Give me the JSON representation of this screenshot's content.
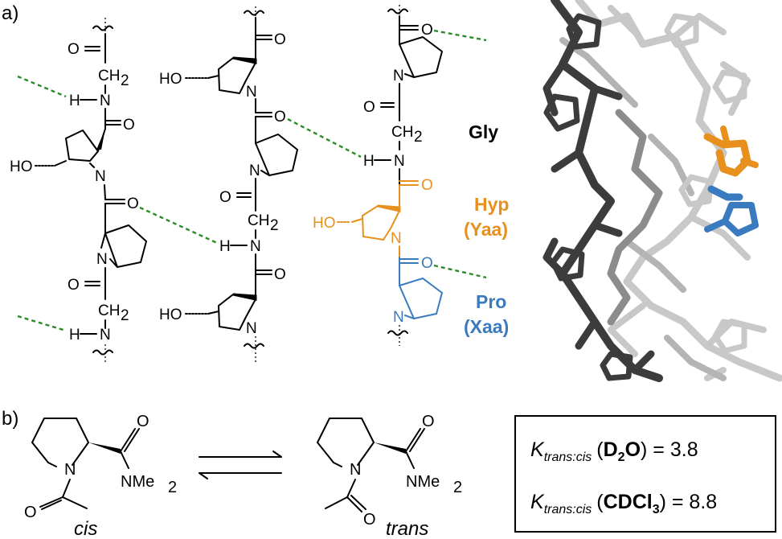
{
  "panel_labels": {
    "a": "a)",
    "b": "b)"
  },
  "atoms": {
    "O": "O",
    "N": "N",
    "H": "H",
    "HO": "HO",
    "CH": "CH",
    "sub2": "2",
    "NMe2": "NMe"
  },
  "residues": {
    "gly": "Gly",
    "hyp": "Hyp",
    "yaa": "(Yaa)",
    "pro": "Pro",
    "xaa": "(Xaa)"
  },
  "isomers": {
    "cis": "cis",
    "trans": "trans"
  },
  "equilibrium": {
    "k_symbol": "K",
    "k_subscript": "trans:cis",
    "eq1": {
      "solvent_main": "D",
      "solvent_sub": "2",
      "solvent_end": "O",
      "value": "= 3.8"
    },
    "eq2": {
      "solvent_main": "CDCl",
      "solvent_sub": "3",
      "value": "= 8.8"
    }
  },
  "colors": {
    "hyp": "#e8901e",
    "pro": "#3a7bbf",
    "gly": "#000000",
    "hbond": "#2b8a2b",
    "strand_dark": "#3c3c3c",
    "strand_mid": "#8c8c8c",
    "strand_light": "#c8c8c8"
  }
}
